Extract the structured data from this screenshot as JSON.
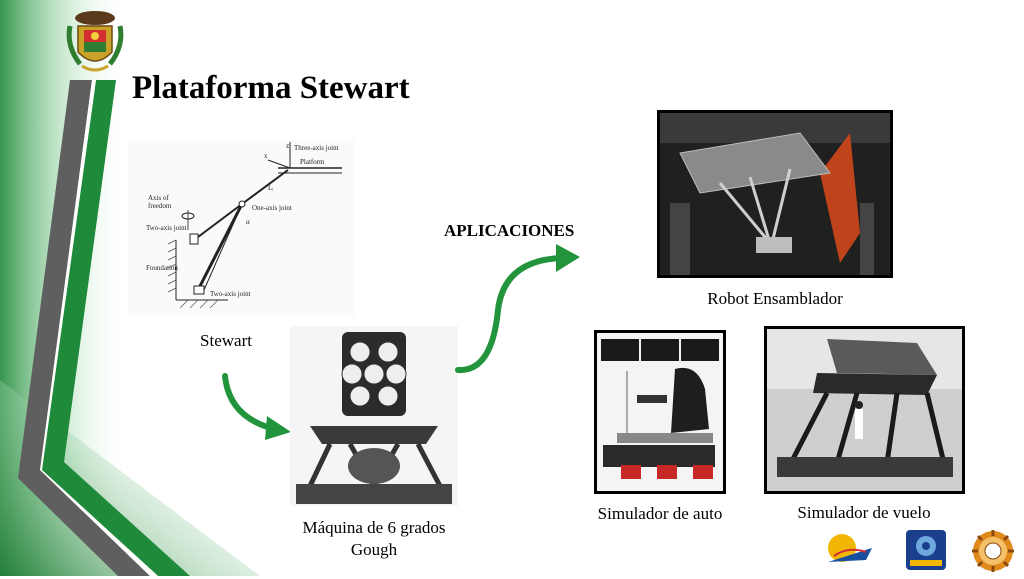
{
  "slide": {
    "title": "Plataforma Stewart",
    "applications_label": "APLICACIONES"
  },
  "captions": {
    "stewart": "Stewart",
    "gough_line1": "Máquina de 6 grados",
    "gough_line2": "Gough",
    "robot": "Robot Ensamblador",
    "auto": "Simulador de auto",
    "vuelo": "Simulador de vuelo"
  },
  "diagram_labels": {
    "three_axis": "Three-axis joint",
    "platform": "Platform",
    "axis_freedom_1": "Axis of",
    "axis_freedom_2": "freedom",
    "one_axis": "One-axis joint",
    "two_axis_top": "Two-axis joint",
    "foundation": "Foundation",
    "two_axis_bottom": "Two-axis joint",
    "z": "z",
    "x": "x",
    "li": "Lᵢ",
    "alpha": "α"
  },
  "colors": {
    "green_dark": "#1e7a34",
    "green_arrow": "#22943b",
    "grey_band": "#5a5a5a"
  },
  "icons": {
    "crest": "university-crest-icon",
    "logo_left": "club-logo-icon",
    "logo_mid": "mecatronica-logo-icon",
    "logo_right": "gear-logo-icon"
  }
}
